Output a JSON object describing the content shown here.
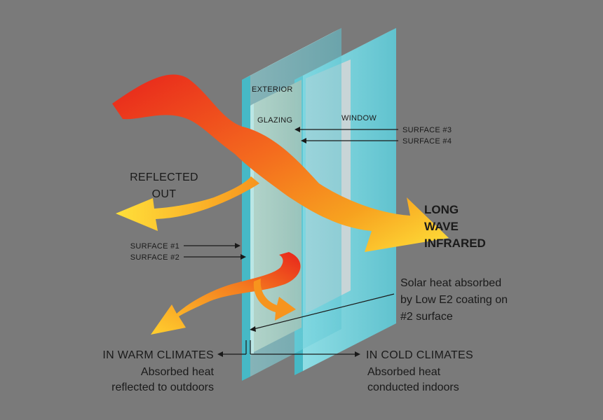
{
  "glass_labels": {
    "exterior": "EXTERIOR",
    "glazing": "GLAZING",
    "window": "WINDOW"
  },
  "surfaces": {
    "s1": "SURFACE #1",
    "s2": "SURFACE #2",
    "s3": "SURFACE #3",
    "s4": "SURFACE #4"
  },
  "reflected_out": [
    "REFLECTED",
    "OUT"
  ],
  "long_wave": [
    "LONG",
    "WAVE",
    "INFRARED"
  ],
  "solar_heat": [
    "Solar heat absorbed",
    "by Low E2 coating on",
    "#2 surface"
  ],
  "warm": {
    "title": "IN WARM CLIMATES",
    "lines": [
      "Absorbed heat",
      "reflected to outdoors"
    ]
  },
  "cold": {
    "title": "IN COLD CLIMATES",
    "lines": [
      "Absorbed heat",
      "conducted indoors"
    ]
  },
  "colors": {
    "background": "#7a7a7a",
    "glass": "#6cd0dc",
    "glass_edge": "#46b9c6",
    "heat_red": "#e8241c",
    "heat_orange": "#f7941d",
    "heat_yellow": "#ffd93a",
    "text": "#1a1a1a"
  }
}
